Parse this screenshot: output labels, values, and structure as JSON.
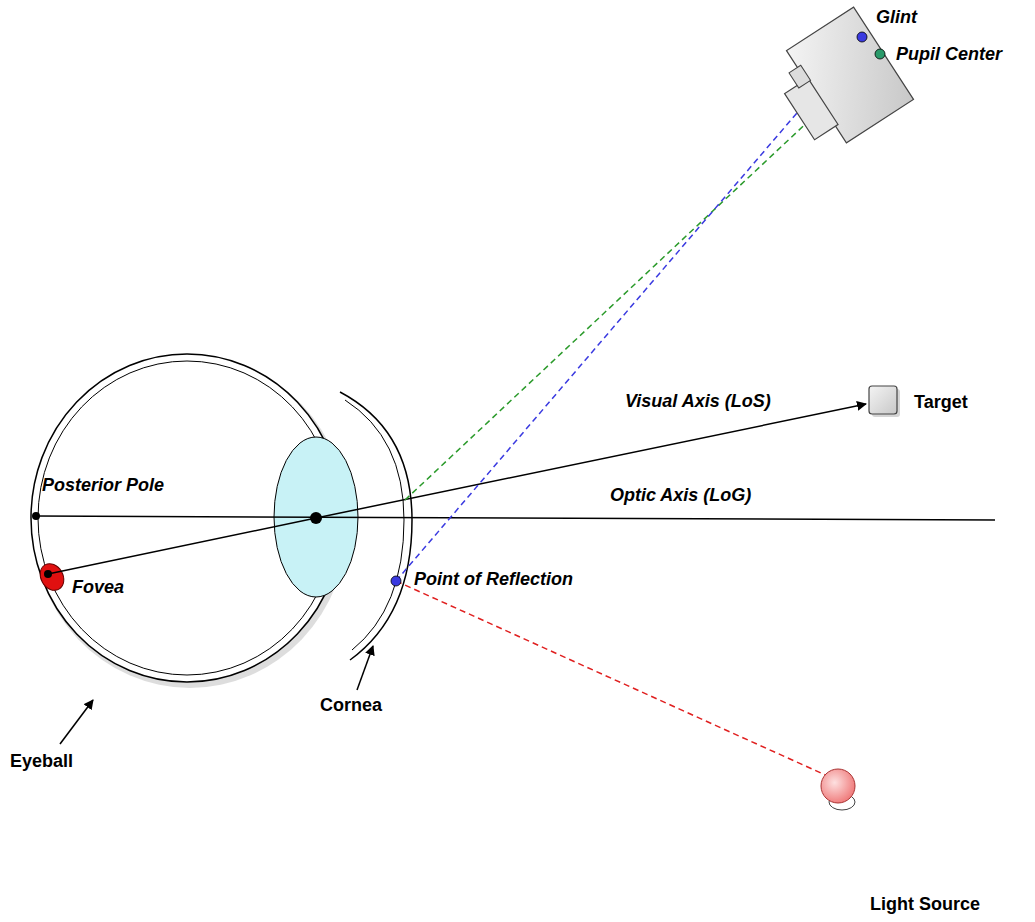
{
  "diagram": {
    "labels": [
      "Glint",
      "Pupil Center",
      "Visual Axis (LoS)",
      "Target",
      "Posterior Pole",
      "Optic Axis (LoG)",
      "Fovea",
      "Point of Reflection",
      "Eyeball",
      "Cornea",
      "Light Source"
    ]
  }
}
